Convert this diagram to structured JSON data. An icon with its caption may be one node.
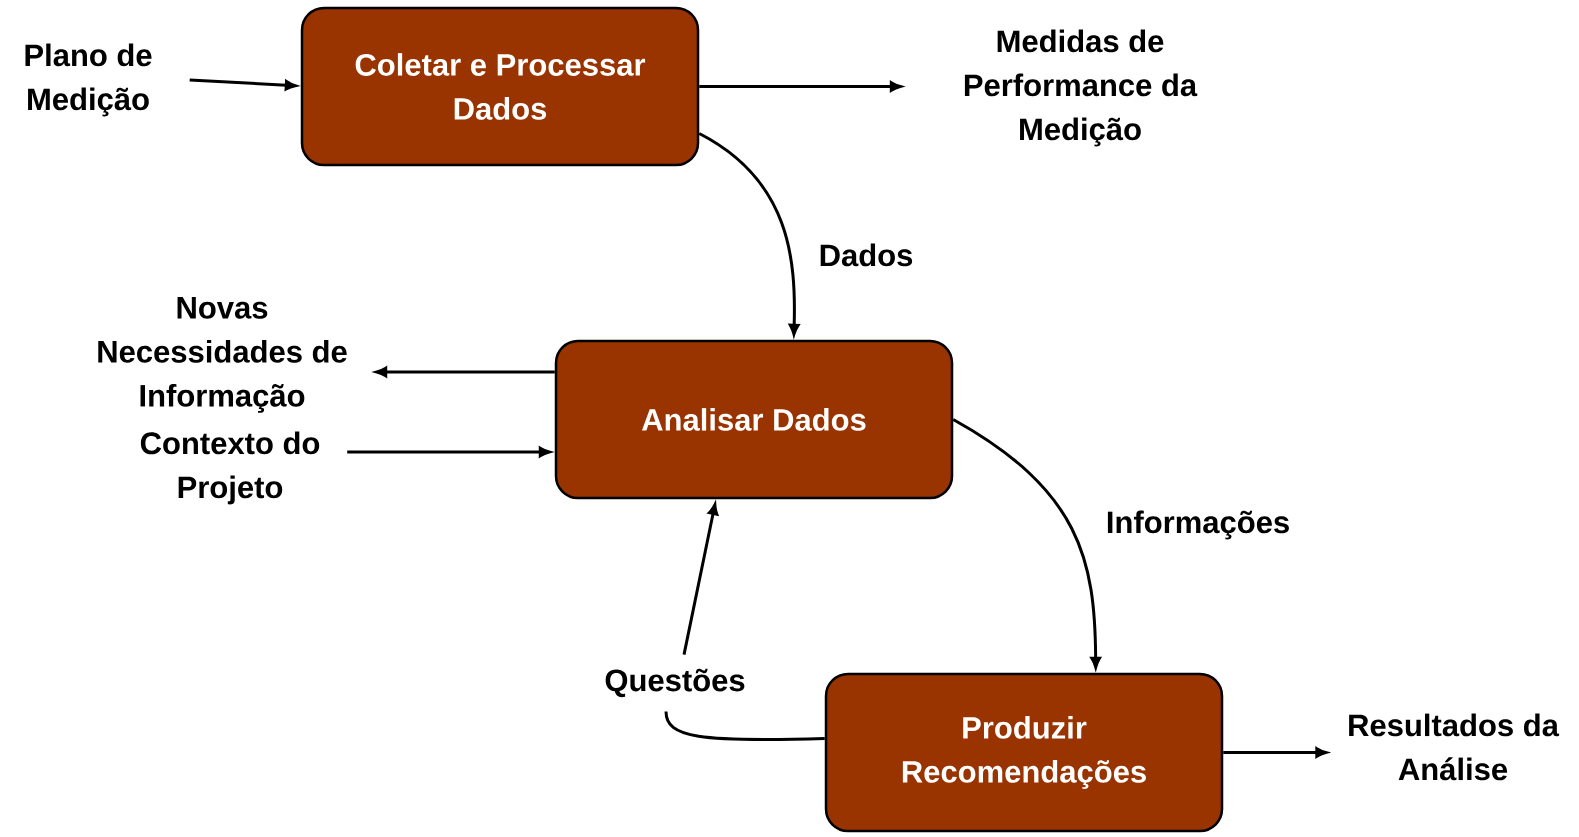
{
  "diagram": {
    "nodes": [
      {
        "text": [
          "Plano de Medição"
        ]
      },
      {
        "text": [
          "Coletar e Processar Dados"
        ]
      },
      {
        "text": [
          "Medidas de Performance da Medição"
        ]
      },
      {
        "text": [
          "Analisar Dados"
        ]
      },
      {
        "text": [
          "Novas Necessidades de Informação"
        ]
      },
      {
        "text": [
          "Contexto do Projeto"
        ]
      },
      {
        "text": [
          "Produzir Recomendações"
        ]
      },
      {
        "text": [
          "Questões"
        ]
      },
      {
        "text": [
          "Resultados da Análise"
        ]
      }
    ],
    "edges": [
      {
        "from": 0,
        "to": 1,
        "arrow": "to"
      },
      {
        "from": 1,
        "to": 2,
        "arrow": "to"
      },
      {
        "from": 1,
        "to": 3,
        "arrow": "to",
        "label": "Dados"
      },
      {
        "from": 3,
        "to": 4,
        "arrow": "to"
      },
      {
        "from": 5,
        "to": 3,
        "arrow": "to"
      },
      {
        "from": 3,
        "to": 6,
        "arrow": "to",
        "label": "Informações"
      },
      {
        "from": 6,
        "to": 7,
        "arrow": "none"
      },
      {
        "from": 7,
        "to": 3,
        "arrow": "to"
      },
      {
        "from": 6,
        "to": 8,
        "arrow": "to"
      }
    ]
  }
}
